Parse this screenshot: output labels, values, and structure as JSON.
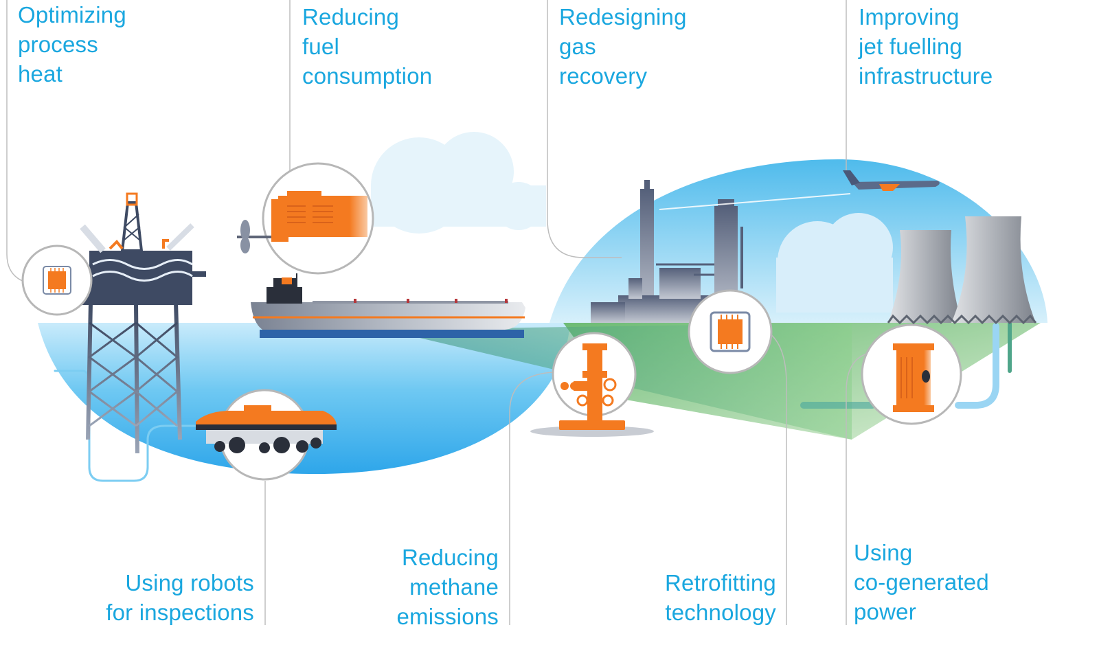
{
  "labels": {
    "process_heat": [
      "Optimizing",
      "process",
      "heat"
    ],
    "fuel": [
      "Reducing",
      "fuel",
      "consumption"
    ],
    "gas_recovery": [
      "Redesigning",
      "gas",
      "recovery"
    ],
    "jet_fuelling": [
      "Improving",
      "jet fuelling",
      "infrastructure"
    ],
    "robots": [
      "Using robots",
      "for inspections"
    ],
    "methane": [
      "Reducing",
      "methane",
      "emissions"
    ],
    "retrofitting": [
      "Retrofitting",
      "technology"
    ],
    "cogenerated": [
      "Using",
      "co-generated",
      "power"
    ]
  },
  "colors": {
    "text": "#1aa7df",
    "orange": "#f47a20",
    "sea": "#3fb0ec",
    "sky": "#8ed3f2",
    "land": "#7cc283",
    "steel": "#5d6880",
    "line": "#bdbdbd"
  },
  "icons": [
    "chip-icon",
    "generator-icon",
    "wellhead-icon",
    "valve-icon",
    "robot-crawler-icon"
  ]
}
